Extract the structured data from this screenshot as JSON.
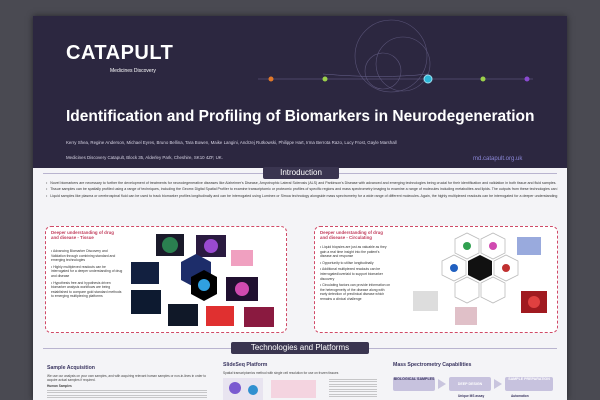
{
  "header": {
    "logo_main": "CATAPULT",
    "logo_sub": "Medicines Discovery",
    "title": "Identification and Profiling of Biomarkers in Neurodegeneration",
    "authors": "Kerry Shea, Regine Anderson, Michael Eyres, Bruno Bellina, Tara Bowen, Maike Langini, Andrzej Rutkowski, Philippe Hart, Irma Berrota Razo, Lucy Frost, Gayle Marshall",
    "affiliation": "Medicines Discovery Catapult, Block 35, Alderley Park, Cheshire, SK10 4ZF, UK.",
    "url": "md.catapult.org.uk"
  },
  "intro": {
    "heading": "Introduction",
    "bullets": [
      "Novel biomarkers are necessary to further the development of treatments for neurodegenerative diseases like Alzheimer's Disease, Amyotrophic Lateral Sclerosis (ALS) and Parkinson's Disease with advanced and emerging technologies being crucial for their identification and validation in both tissue and fluid samples.",
      "Tissue samples can be spatially profiled using a range of techniques, including the Geomx Digital Spatial Profiler to examine transcriptomic or proteomic profiles of specific regions and mass spectrometry imaging to examine a range of molecules including metabolites and lipids. The outputs from these technologies can be overlaid to examine variations between diseased and control samples.",
      "Liquid samples like plasma or cerebrospinal fluid can be used to track biomarker profiles longitudinally and can be interrogated using Luminex or Simoa technology alongside mass spectrometry for a wide range of different molecules. Again, the highly multiplexed readouts can be interrogated for a deeper understanding of drug and disease."
    ],
    "left_panel": {
      "title": "Deeper understanding of drug and disease - Tissue",
      "bullets": [
        "Advancing Biomarker Discovery and Validation through combining standard and emerging technologies",
        "Highly multiplexed readouts can be interrogated for a deeper understanding of drug and disease",
        "Hypothesis free and hypothesis driven biomarker analysis workflows are being established to compare gold standard methods to emerging multiplexing platforms"
      ]
    },
    "right_panel": {
      "title": "Deeper understanding of drug and disease - Circulating",
      "bullets": [
        "Liquid biopsies are just as valuable as they gain a real time insight into the patient's disease and response",
        "Opportunity to utilise longitudinally",
        "Additional multiplexed readouts can be interrogated/overlaid to support biomarker discovery",
        "Circulating factors can provide information on the heterogeneity of the disease along with early detection of preclinical disease which remains a clinical challenge"
      ]
    }
  },
  "tech": {
    "heading": "Technologies and Platforms",
    "sample_acquisition": {
      "title": "Sample Acquisition",
      "text": "We use our analysis on your own samples, and with acquiring relevant human samples or non-in-lines in order to acquire actual samples if required.",
      "human_samples": "Human Samples"
    },
    "slideseq": {
      "title": "SlideSeq Platform",
      "text": "Spatial transcriptomics method with single cell resolution for use on frozen tissues"
    },
    "mass_spec": {
      "title": "Mass Spectrometry Capabilities",
      "flow": [
        "BIOLOGICAL SAMPLES",
        "DEEP DESIGN",
        "SAMPLE PREPARATION"
      ],
      "caption_1": "Unique MS assay",
      "caption_2": "Automation"
    }
  },
  "colors": {
    "header_bg": "#2c2740",
    "accent_pink": "#d04a67",
    "accent_purple": "#8a86d6"
  }
}
